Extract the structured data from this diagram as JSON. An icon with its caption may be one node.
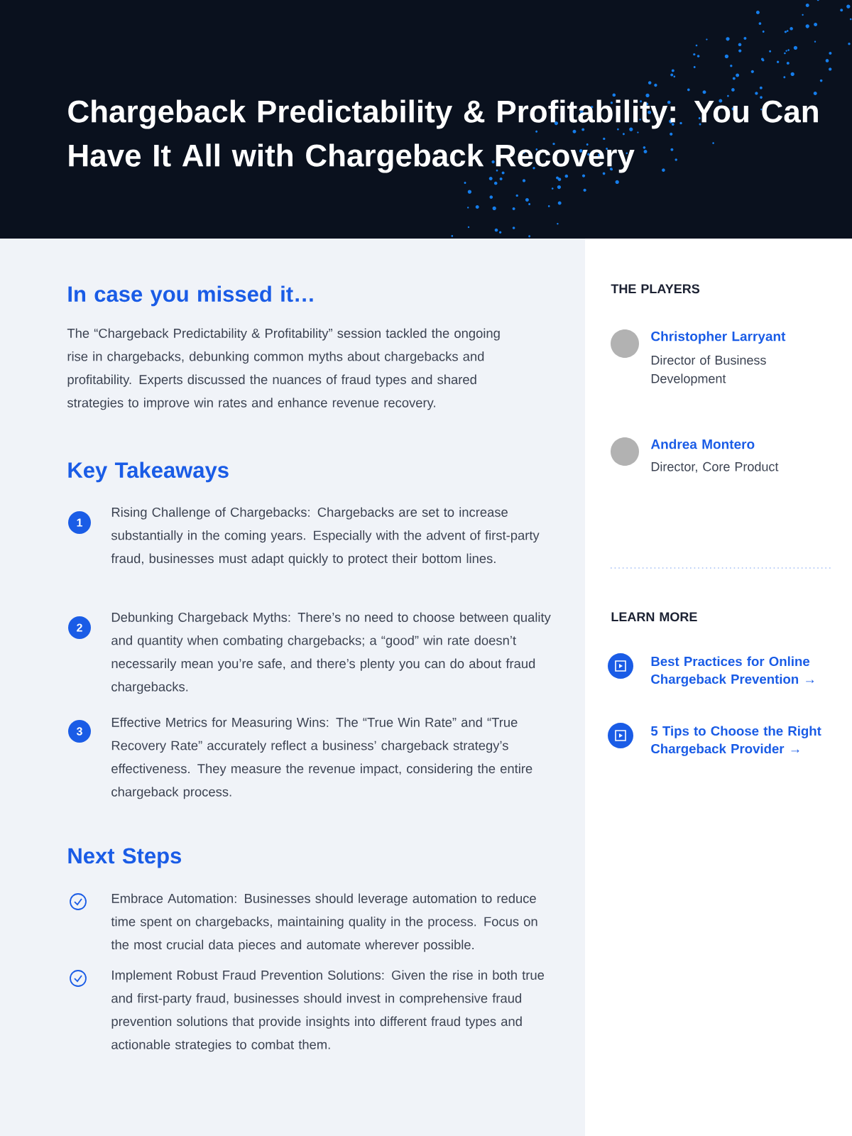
{
  "diagram": {
    "title": "Chargeback Predictability & Profitability: You Can Have It All with Chargeback Recovery",
    "labels": [
      "In case you missed it…",
      "The “Chargeback Predictability & Profitability” session tackled the ongoing rise in chargebacks, debunking common myths about chargebacks and profitability. Experts discussed the nuances of fraud types and shared strategies to improve win rates and enhance revenue recovery.",
      "Key Takeaways",
      "1",
      "Rising Challenge of Chargebacks: Chargebacks are set to increase substantially in the coming years. Especially with the advent of first-party fraud, businesses must adapt quickly to protect their bottom lines.",
      "2",
      "Debunking Chargeback Myths: There’s no need to choose between quality and quantity when combating chargebacks; a “good” win rate doesn’t necessarily mean you’re safe, and there’s plenty you can do about fraud chargebacks.",
      "3",
      "Effective Metrics for Measuring Wins: The “True Win Rate” and “True Recovery Rate” accurately reflect a business’ chargeback strategy’s effectiveness. They measure the revenue impact, considering the entire chargeback process.",
      "Next Steps",
      "Embrace Automation: Businesses should leverage automation to reduce time spent on chargebacks, maintaining quality in the process. Focus on the most crucial data pieces and automate wherever possible.",
      "Implement Robust Fraud Prevention Solutions: Given the rise in both true and first-party fraud, businesses should invest in comprehensive fraud prevention solutions that provide insights into different fraud types and actionable strategies to combat them.",
      "THE PLAYERS",
      "Christopher Larryant",
      "Director of Business Development",
      "Andrea Montero",
      "Director, Core Product",
      "LEARN MORE",
      "Best Practices for Online Chargeback Prevention →",
      "5 Tips to Choose the Right Chargeback Provider →"
    ]
  }
}
